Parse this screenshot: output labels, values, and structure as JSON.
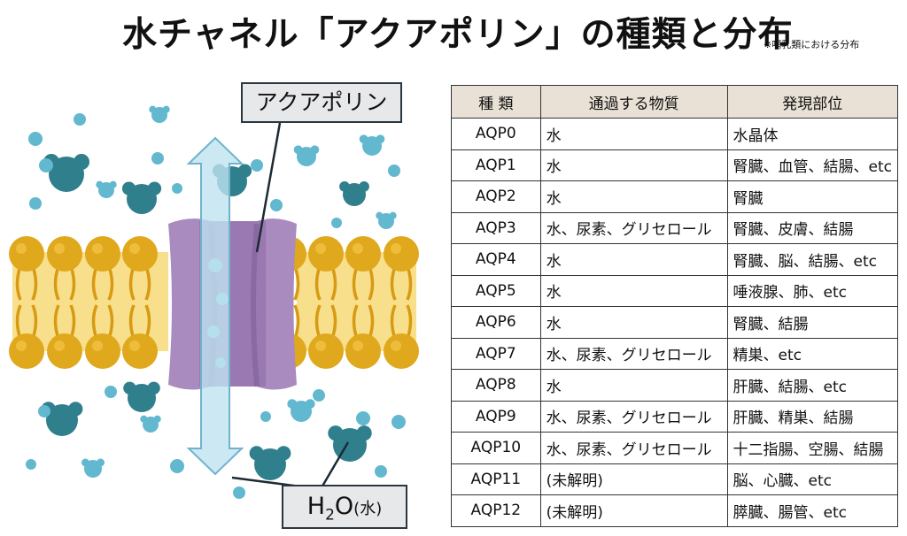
{
  "title": "水チャネル「アクアポリン」の種類と分布",
  "note": "※哺乳類における分布",
  "diagram": {
    "protein_label": "アクアポリン",
    "water_label": {
      "h": "H",
      "sub": "2",
      "o": "O",
      "suffix": "(水)"
    }
  },
  "table": {
    "headers": [
      "種 類",
      "通過する物質",
      "発現部位"
    ],
    "rows": [
      {
        "type": "AQP0",
        "passes": "水",
        "sites": "水晶体"
      },
      {
        "type": "AQP1",
        "passes": "水",
        "sites": "腎臓、血管、結腸、etc"
      },
      {
        "type": "AQP2",
        "passes": "水",
        "sites": "腎臓"
      },
      {
        "type": "AQP3",
        "passes": "水、尿素、グリセロール",
        "sites": "腎臓、皮膚、結腸"
      },
      {
        "type": "AQP4",
        "passes": "水",
        "sites": "腎臓、脳、結腸、etc"
      },
      {
        "type": "AQP5",
        "passes": "水",
        "sites": "唾液腺、肺、etc"
      },
      {
        "type": "AQP6",
        "passes": "水",
        "sites": "腎臓、結腸"
      },
      {
        "type": "AQP7",
        "passes": "水、尿素、グリセロール",
        "sites": "精巣、etc"
      },
      {
        "type": "AQP8",
        "passes": "水",
        "sites": "肝臓、結腸、etc"
      },
      {
        "type": "AQP9",
        "passes": "水、尿素、グリセロール",
        "sites": "肝臓、精巣、結腸"
      },
      {
        "type": "AQP10",
        "passes": "水、尿素、グリセロール",
        "sites": "十二指腸、空腸、結腸"
      },
      {
        "type": "AQP11",
        "passes": "(未解明)",
        "sites": "脳、心臓、etc"
      },
      {
        "type": "AQP12",
        "passes": "(未解明)",
        "sites": "膵臓、腸管、etc"
      }
    ]
  },
  "colors": {
    "water": "#2f7f8c",
    "water_light": "#62b8cf",
    "lipid_head": "#e0a81c",
    "lipid_tail": "#f8df8c",
    "protein": "#a98bbf",
    "arrow": "#bfe4f0",
    "header_bg": "#e9e1d6"
  }
}
